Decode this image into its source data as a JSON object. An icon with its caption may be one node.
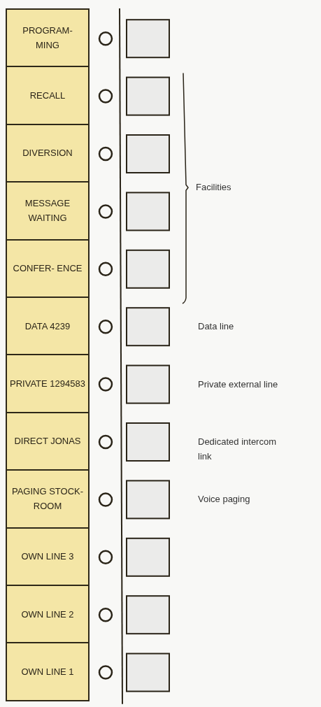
{
  "diagram": {
    "nodes": [
      {
        "text": [
          "PROGRAM- MING"
        ]
      },
      {
        "text": [
          "RECALL"
        ]
      },
      {
        "text": [
          "DIVERSION"
        ]
      },
      {
        "text": [
          "MESSAGE WAITING"
        ]
      },
      {
        "text": [
          "CONFER- ENCE"
        ]
      },
      {
        "text": [
          "DATA 4239"
        ]
      },
      {
        "text": [
          "PRIVATE 1294583"
        ]
      },
      {
        "text": [
          "DIRECT JONAS"
        ]
      },
      {
        "text": [
          "PAGING STOCK- ROOM"
        ]
      },
      {
        "text": [
          "OWN LINE 3"
        ]
      },
      {
        "text": [
          "OWN LINE 2"
        ]
      },
      {
        "text": [
          "OWN LINE 1"
        ]
      }
    ],
    "labels": [
      "Facilities",
      "Data line",
      "Private external line",
      "Dedicated intercom link",
      "Voice paging"
    ]
  }
}
